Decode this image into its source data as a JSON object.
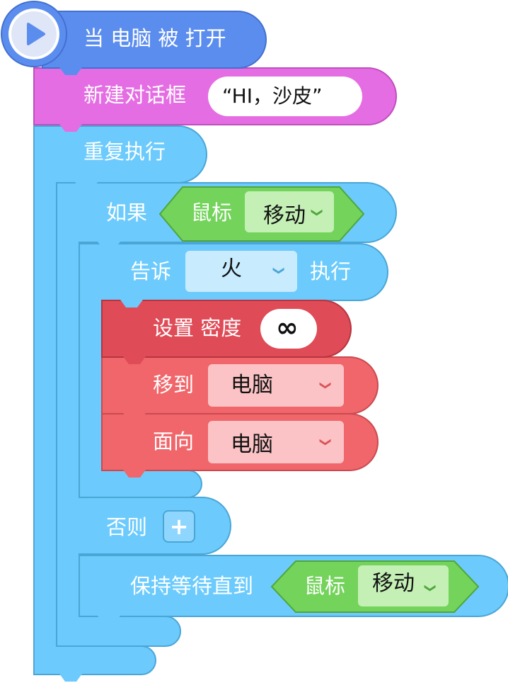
{
  "hat_block": {
    "label": "当 电脑 被 打开",
    "color": "#5b8def"
  },
  "new_dialog": {
    "label": "新建对话框",
    "text_value": "“HI，沙皮”",
    "color": "#e56de3"
  },
  "repeat": {
    "label": "重复执行",
    "color": "#6ccbfc"
  },
  "if_block": {
    "label": "如果",
    "else_label": "否则",
    "add_icon": "plus-icon",
    "condition": {
      "label": "鼠标",
      "value": "移动",
      "color": "#73d35b"
    }
  },
  "tell_block": {
    "label": "告诉",
    "target": "火",
    "suffix": "执行"
  },
  "set_density": {
    "label": "设置 密度",
    "value": "∞",
    "color": "#df4b57"
  },
  "move_to": {
    "label": "移到",
    "value": "电脑",
    "color": "#f0666a"
  },
  "face_to": {
    "label": "面向",
    "value": "电脑",
    "color": "#f0666a"
  },
  "wait_until": {
    "label": "保持等待直到",
    "condition": {
      "label": "鼠标",
      "value": "移动"
    }
  },
  "icons": {
    "run": "play-icon",
    "dropdown": "chevron-down-icon"
  }
}
